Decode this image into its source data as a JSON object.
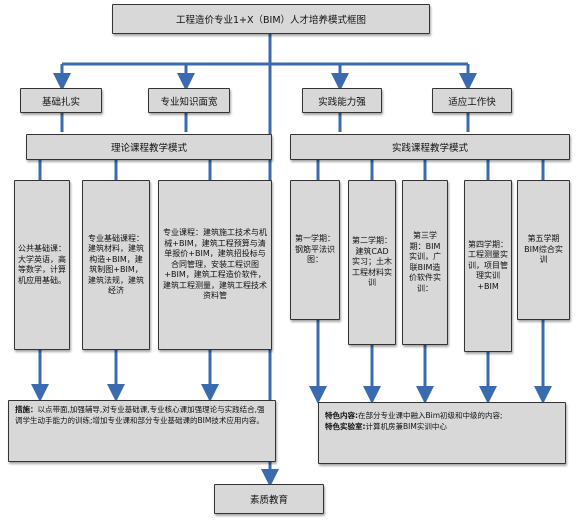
{
  "title": "工程造价专业1+X（BIM）人才培养模式框图",
  "goals": [
    "基础扎实",
    "专业知识面宽",
    "实践能力强",
    "适应工作快"
  ],
  "theory_mode": "理论课程教学模式",
  "practice_mode": "实践课程教学模式",
  "theory_courses": [
    "公共基础课：大学英语，高等数学，计算机应用基础。",
    "专业基础课程：建筑材料，建筑构造+BIM，建筑制图+BIM，建筑法规，建筑经济",
    "专业课程：建筑施工技术与机械+BIM，建筑工程预算与清单报价+BIM，建筑招投标与合同管理，安装工程识图+BIM，建筑工程造价软件，建筑工程测量，建筑工程技术资料管"
  ],
  "practice_courses": [
    "第一学期：钢筋平法识图：",
    "第二学期：建筑CAD实习；土木工程材料实训",
    "第三学期：BIM实训，广联BIM造价软件实训：",
    "第四学期：工程测量实训，项目管理实训+BIM",
    "第五学期BIM综合实训"
  ],
  "theory_note": {
    "key": "措施：",
    "text": "以点带面,加强辅导,对专业基础课,专业核心课加强理论与实践结合,强调学生动手能力的训练;增加专业课和部分专业基础课的BIM技术应用内容。"
  },
  "practice_note": {
    "key1": "特色内容:",
    "text1": "在部分专业课中融入Bim初级和中级的内容;",
    "key2": "特色实验室:",
    "text2": "计算机房兼BIM实训中心"
  },
  "bottom": "素质教育",
  "colors": {
    "box_fill": "#d8d8d8",
    "connector": "#3a6bb0",
    "border": "#333333"
  }
}
